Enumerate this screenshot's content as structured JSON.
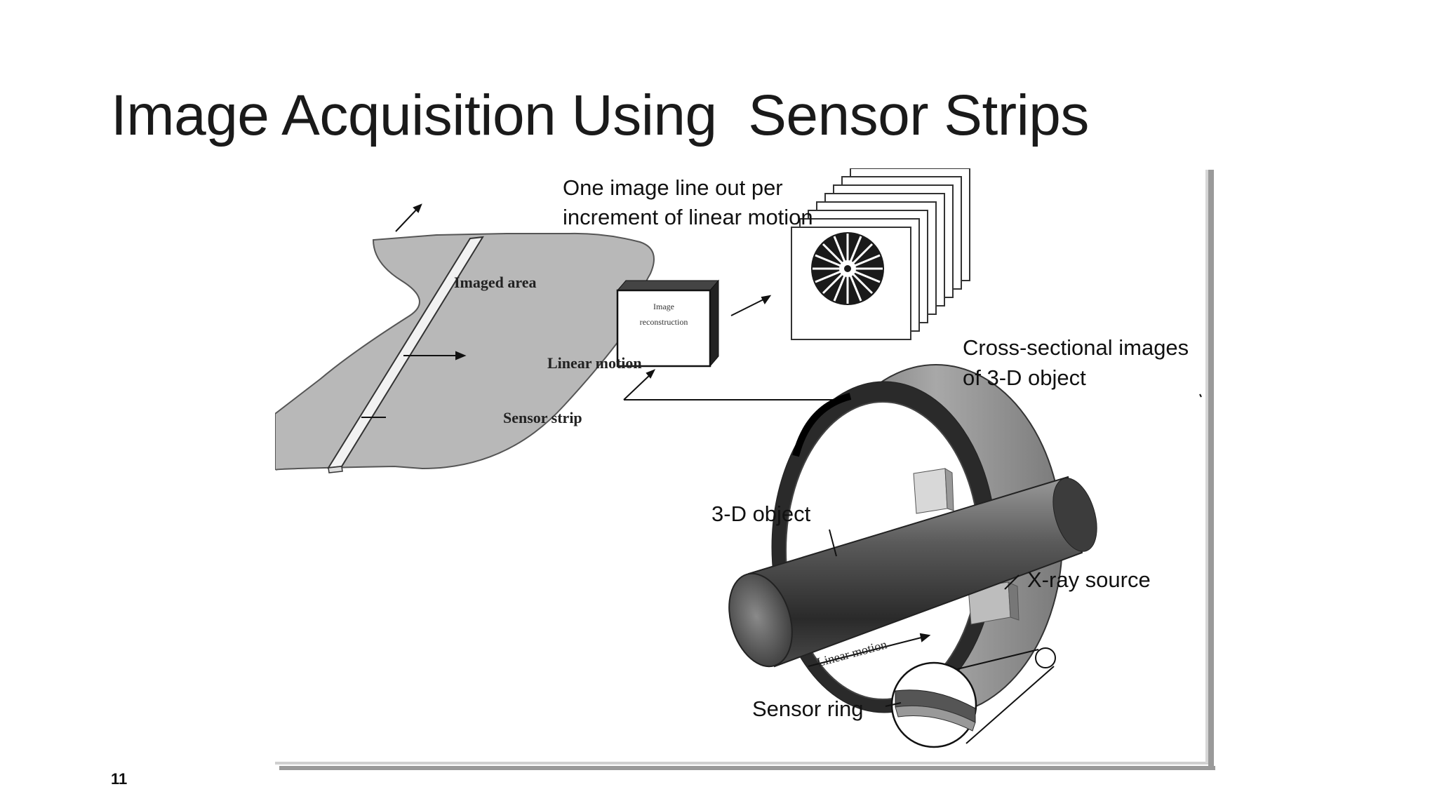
{
  "slide": {
    "title": "Image Acquisition Using  Sensor Strips",
    "page_number": "11"
  },
  "figure": {
    "strip_panel": {
      "callout": "One image line out per",
      "callout_2": "increment of linear motion",
      "imaged_area": "Imaged area",
      "linear_motion": "Linear motion",
      "sensor_strip": "Sensor strip"
    },
    "ct_panel": {
      "image_reconstruction_1": "Image",
      "image_reconstruction_2": "reconstruction",
      "cross_sectional_1": "Cross-sectional images",
      "cross_sectional_2": "of 3-D object",
      "object_label": "3-D object",
      "xray_source": "X-ray source",
      "linear_motion": "Linear motion",
      "sensor_ring": "Sensor ring"
    }
  }
}
